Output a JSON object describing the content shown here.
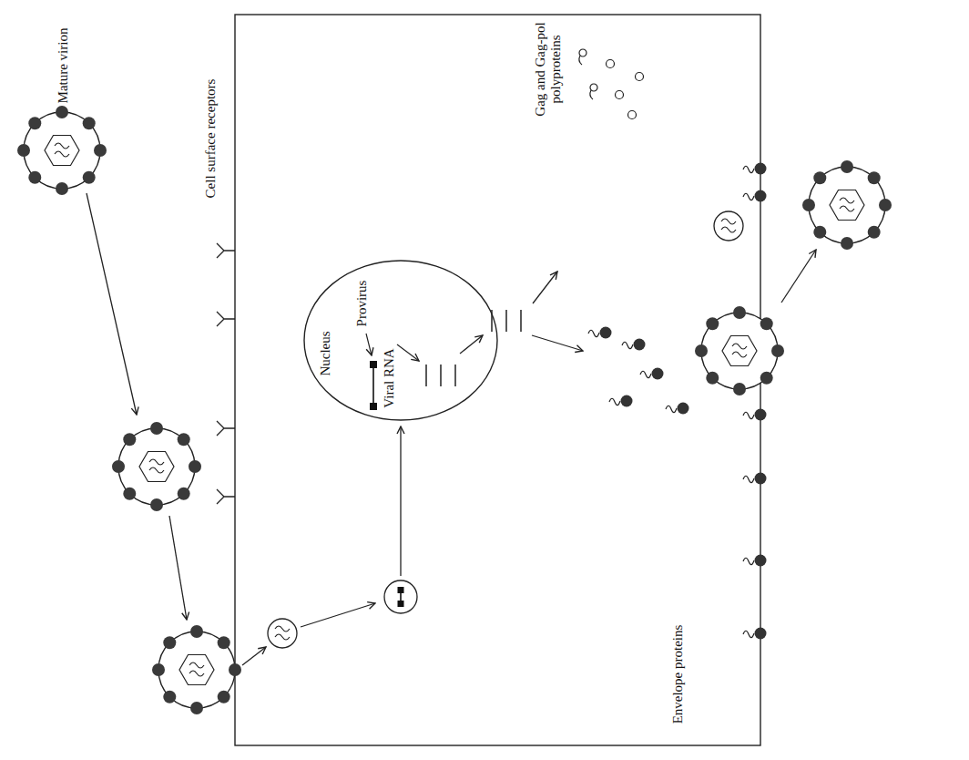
{
  "diagram": {
    "nodes": [
      {
        "text": [
          "Nucleus"
        ]
      }
    ],
    "labels": [
      "Mature virion",
      "Cell surface receptors",
      "Provirus",
      "Viral RNA",
      "Gag and Gag-pol polyproteins",
      "Envelope proteins"
    ]
  }
}
